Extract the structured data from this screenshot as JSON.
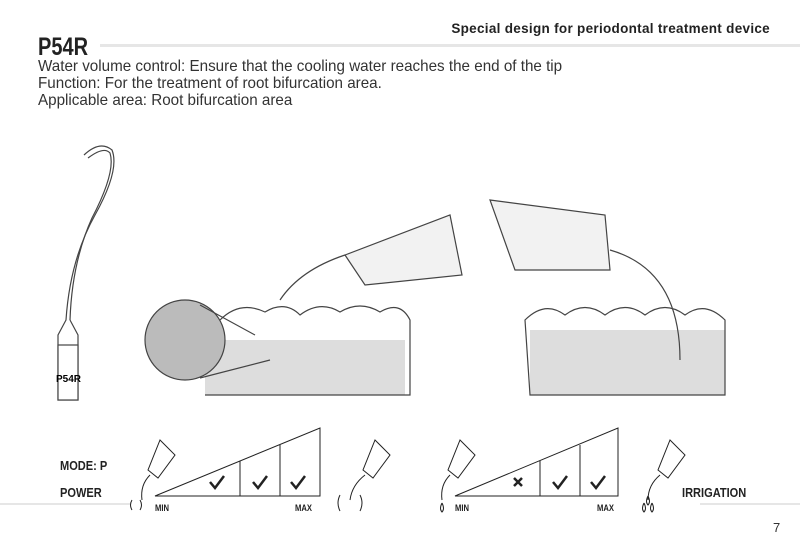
{
  "header": {
    "subtitle": "Special design for periodontal treatment device",
    "model": "P54R"
  },
  "description": [
    "Water volume control: Ensure that the cooling water reaches the end of the tip",
    "Function: For the treatment of root bifurcation area.",
    "Applicable area: Root bifurcation area"
  ],
  "tip_label": "P54R",
  "settings": {
    "mode_label": "MODE: P",
    "power": {
      "label": "POWER",
      "min": "MIN",
      "max": "MAX",
      "levels": [
        "check",
        "check",
        "check"
      ]
    },
    "irrigation": {
      "label": "IRRIGATION",
      "min": "MIN",
      "max": "MAX",
      "levels": [
        "cross",
        "check",
        "check"
      ]
    }
  },
  "page_number": "7"
}
